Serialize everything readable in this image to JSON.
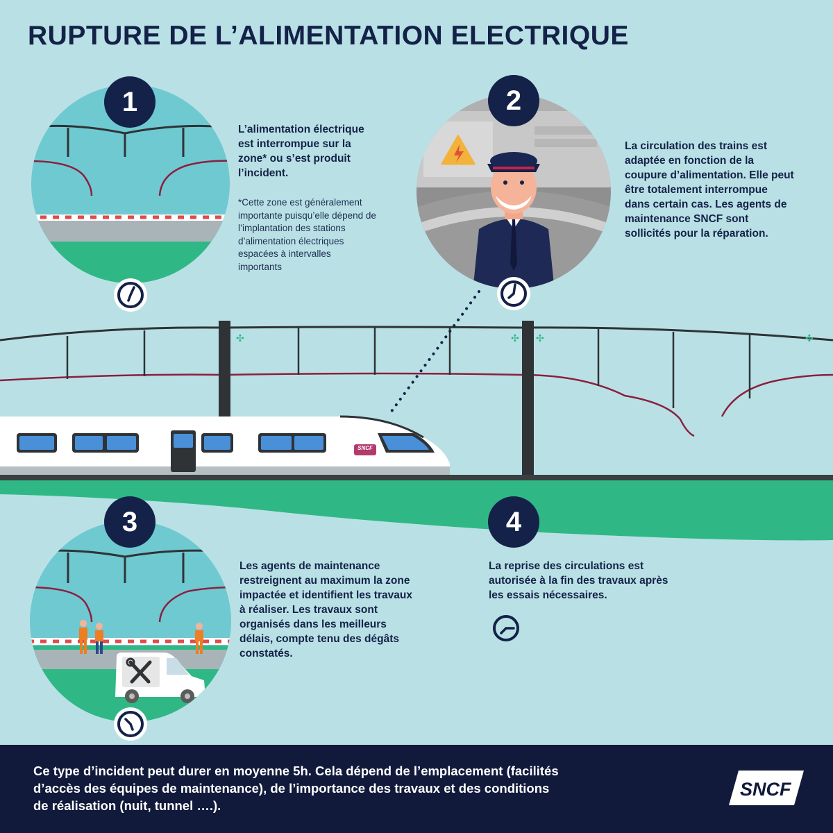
{
  "title": "RUPTURE DE L’ALIMENTATION ELECTRIQUE",
  "steps": [
    {
      "number": "1",
      "text": "L’alimentation électrique est interrompue sur la zone* ou s’est produit l’incident.",
      "note": "*Cette zone est généralement importante puisqu’elle dépend de l’implantation des stations d’alimentation électriques espacées à intervalles importants"
    },
    {
      "number": "2",
      "text": "La circulation des trains est adaptée en fonction de la coupure d’alimentation. Elle peut être totalement interrompue dans certain cas. Les agents de maintenance SNCF sont sollicités pour la réparation."
    },
    {
      "number": "3",
      "text": "Les agents de maintenance restreignent au maximum la zone impactée et identifient les travaux à réaliser. Les travaux sont organisés dans les meilleurs délais, compte tenu des dégâts constatés."
    },
    {
      "number": "4",
      "text": "La reprise des circulations est autorisée à la fin des travaux après les essais nécessaires."
    }
  ],
  "train_logo": "SNCF",
  "footer": {
    "text": "Ce type d’incident peut durer en moyenne 5h. Cela dépend de l’emplacement (facilités d’accès des équipes de maintenance), de l’importance des travaux et des conditions de réalisation (nuit, tunnel ….).",
    "logo": "SNCF"
  },
  "colors": {
    "background": "#b9e1e5",
    "navy": "#142148",
    "green": "#2fb886",
    "teal": "#6fc9d1",
    "cable_red": "#8b1f3f",
    "pole": "#2f3336"
  },
  "icons": [
    "clock-icon",
    "warning-lightning-icon",
    "wrench-screwdriver-icon"
  ]
}
